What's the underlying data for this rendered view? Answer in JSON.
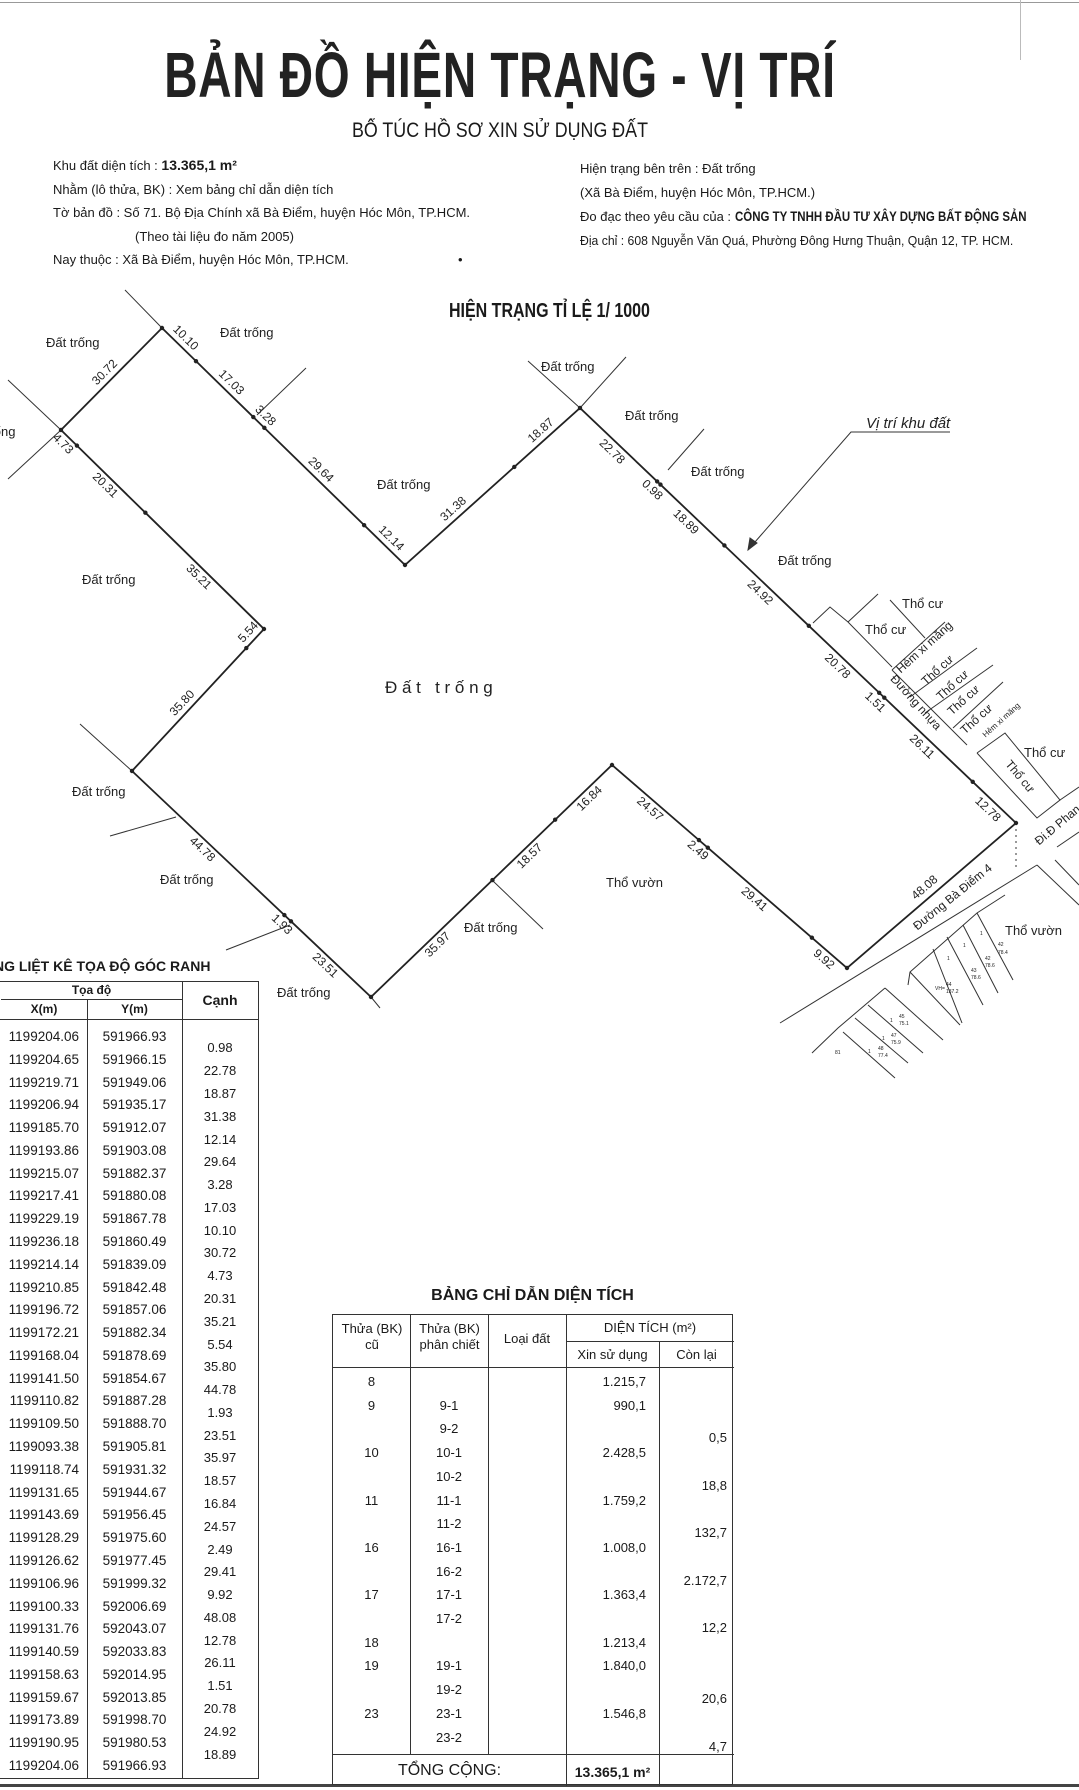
{
  "header": {
    "title": "BẢN ĐỒ HIỆN TRẠNG - VỊ TRÍ",
    "subtitle": "BỔ TÚC HỒ SƠ XIN SỬ DỤNG ĐẤT"
  },
  "info_left": {
    "area_label": "Khu đất diện tích : ",
    "area_value": "13.365,1 m²",
    "parcel": "Nhằm (lô thửa, BK) :  Xem bảng chỉ dẫn diện tích",
    "map_sheet": "Tờ bản đồ :  Số 71. Bộ Địa Chính xã Bà Điểm, huyện Hóc Môn, TP.HCM.",
    "map_note": "(Theo tài liệu  đo năm 2005)",
    "belongs": "Nay thuộc :  Xã Bà Điểm, huyện Hóc Môn, TP.HCM."
  },
  "info_right": {
    "status": "Hiện trạng bên trên :  Đất trống",
    "location": "(Xã Bà Điểm, huyện Hóc Môn, TP.HCM.)",
    "requested_label": "Đo đạc theo yêu cầu của : ",
    "requested_value": "CÔNG TY TNHH ĐẦU TƯ XÂY DỰNG BẤT ĐỘNG SẢN",
    "address": "Địa chỉ : 608 Nguyễn Văn Quá, Phường Đông Hưng Thuận, Quận 12, TP. HCM."
  },
  "map": {
    "scale_title": "HIỆN TRẠNG TỈ LỆ 1/ 1000",
    "center_label": "Đ ấ t   t r ố n g",
    "location_label": "Vị trí khu đất",
    "vacant": "Đất trống",
    "garden": "Thổ vườn",
    "residential": "Thổ cư",
    "alley": "Hẻm xi măng",
    "asphalt_road": "Đường nhựa",
    "road_ba_diem": "Đường Bà Điểm 4",
    "road_phan": "Đi.Đ Phan",
    "lot_numbers": [
      "1",
      "1",
      "1",
      "42",
      "78.4",
      "42",
      "78.6",
      "43",
      "78.6",
      "VH=",
      "44",
      "137.2",
      "1",
      "45",
      "75.1",
      "1",
      "47",
      "75.9",
      "1",
      "48",
      "77.4",
      "81"
    ]
  },
  "coord_table": {
    "title": "NG LIỆT KÊ TỌA ĐỘ GÓC RANH",
    "group_header": "Tọa độ",
    "x_header": "X(m)",
    "y_header": "Y(m)",
    "edge_header": "Cạnh",
    "rows": [
      {
        "x": "1199204.06",
        "y": "591966.93"
      },
      {
        "x": "1199204.65",
        "y": "591966.15"
      },
      {
        "x": "1199219.71",
        "y": "591949.06"
      },
      {
        "x": "1199206.94",
        "y": "591935.17"
      },
      {
        "x": "1199185.70",
        "y": "591912.07"
      },
      {
        "x": "1199193.86",
        "y": "591903.08"
      },
      {
        "x": "1199215.07",
        "y": "591882.37"
      },
      {
        "x": "1199217.41",
        "y": "591880.08"
      },
      {
        "x": "1199229.19",
        "y": "591867.78"
      },
      {
        "x": "1199236.18",
        "y": "591860.49"
      },
      {
        "x": "1199214.14",
        "y": "591839.09"
      },
      {
        "x": "1199210.85",
        "y": "591842.48"
      },
      {
        "x": "1199196.72",
        "y": "591857.06"
      },
      {
        "x": "1199172.21",
        "y": "591882.34"
      },
      {
        "x": "1199168.04",
        "y": "591878.69"
      },
      {
        "x": "1199141.50",
        "y": "591854.67"
      },
      {
        "x": "1199110.82",
        "y": "591887.28"
      },
      {
        "x": "1199109.50",
        "y": "591888.70"
      },
      {
        "x": "1199093.38",
        "y": "591905.81"
      },
      {
        "x": "1199118.74",
        "y": "591931.32"
      },
      {
        "x": "1199131.65",
        "y": "591944.67"
      },
      {
        "x": "1199143.69",
        "y": "591956.45"
      },
      {
        "x": "1199128.29",
        "y": "591975.60"
      },
      {
        "x": "1199126.62",
        "y": "591977.45"
      },
      {
        "x": "1199106.96",
        "y": "591999.32"
      },
      {
        "x": "1199100.33",
        "y": "592006.69"
      },
      {
        "x": "1199131.76",
        "y": "592043.07"
      },
      {
        "x": "1199140.59",
        "y": "592033.83"
      },
      {
        "x": "1199158.63",
        "y": "592014.95"
      },
      {
        "x": "1199159.67",
        "y": "592013.85"
      },
      {
        "x": "1199173.89",
        "y": "591998.70"
      },
      {
        "x": "1199190.95",
        "y": "591980.53"
      },
      {
        "x": "1199204.06",
        "y": "591966.93"
      }
    ],
    "edges": [
      "0.98",
      "22.78",
      "18.87",
      "31.38",
      "12.14",
      "29.64",
      "3.28",
      "17.03",
      "10.10",
      "30.72",
      "4.73",
      "20.31",
      "35.21",
      "5.54",
      "35.80",
      "44.78",
      "1.93",
      "23.51",
      "35.97",
      "18.57",
      "16.84",
      "24.57",
      "2.49",
      "29.41",
      "9.92",
      "48.08",
      "12.78",
      "26.11",
      "1.51",
      "20.78",
      "24.92",
      "18.89"
    ]
  },
  "area_table": {
    "title": "BẢNG CHỈ DẪN DIỆN TÍCH",
    "headers": {
      "old_parcel": "Thửa (BK) cũ",
      "split_parcel": "Thửa (BK) phân chiết",
      "land_type": "Loại đất",
      "area_group": "DIỆN TÍCH (m²)",
      "requested": "Xin sử dụng",
      "remaining": "Còn lại"
    },
    "rows": [
      {
        "old": "8",
        "split": "",
        "type": "",
        "requested": "1.215,7",
        "remaining": ""
      },
      {
        "old": "9",
        "split": "9-1",
        "type": "",
        "requested": "990,1",
        "remaining": ""
      },
      {
        "old": "",
        "split": "9-2",
        "type": "",
        "requested": "",
        "remaining": "0,5"
      },
      {
        "old": "10",
        "split": "10-1",
        "type": "",
        "requested": "2.428,5",
        "remaining": ""
      },
      {
        "old": "",
        "split": "10-2",
        "type": "",
        "requested": "",
        "remaining": "18,8"
      },
      {
        "old": "11",
        "split": "11-1",
        "type": "",
        "requested": "1.759,2",
        "remaining": ""
      },
      {
        "old": "",
        "split": "11-2",
        "type": "",
        "requested": "",
        "remaining": "132,7"
      },
      {
        "old": "16",
        "split": "16-1",
        "type": "",
        "requested": "1.008,0",
        "remaining": ""
      },
      {
        "old": "",
        "split": "16-2",
        "type": "",
        "requested": "",
        "remaining": "2.172,7"
      },
      {
        "old": "17",
        "split": "17-1",
        "type": "",
        "requested": "1.363,4",
        "remaining": ""
      },
      {
        "old": "",
        "split": "17-2",
        "type": "",
        "requested": "",
        "remaining": "12,2"
      },
      {
        "old": "18",
        "split": "",
        "type": "",
        "requested": "1.213,4",
        "remaining": ""
      },
      {
        "old": "19",
        "split": "19-1",
        "type": "",
        "requested": "1.840,0",
        "remaining": ""
      },
      {
        "old": "",
        "split": "19-2",
        "type": "",
        "requested": "",
        "remaining": "20,6"
      },
      {
        "old": "23",
        "split": "23-1",
        "type": "",
        "requested": "1.546,8",
        "remaining": ""
      },
      {
        "old": "",
        "split": "23-2",
        "type": "",
        "requested": "",
        "remaining": "4,7"
      }
    ],
    "total_label": "TỔNG CỘNG:",
    "total_value": "13.365,1 m²"
  },
  "colors": {
    "ink": "#222222",
    "paper": "#ffffff",
    "line": "#333333"
  }
}
